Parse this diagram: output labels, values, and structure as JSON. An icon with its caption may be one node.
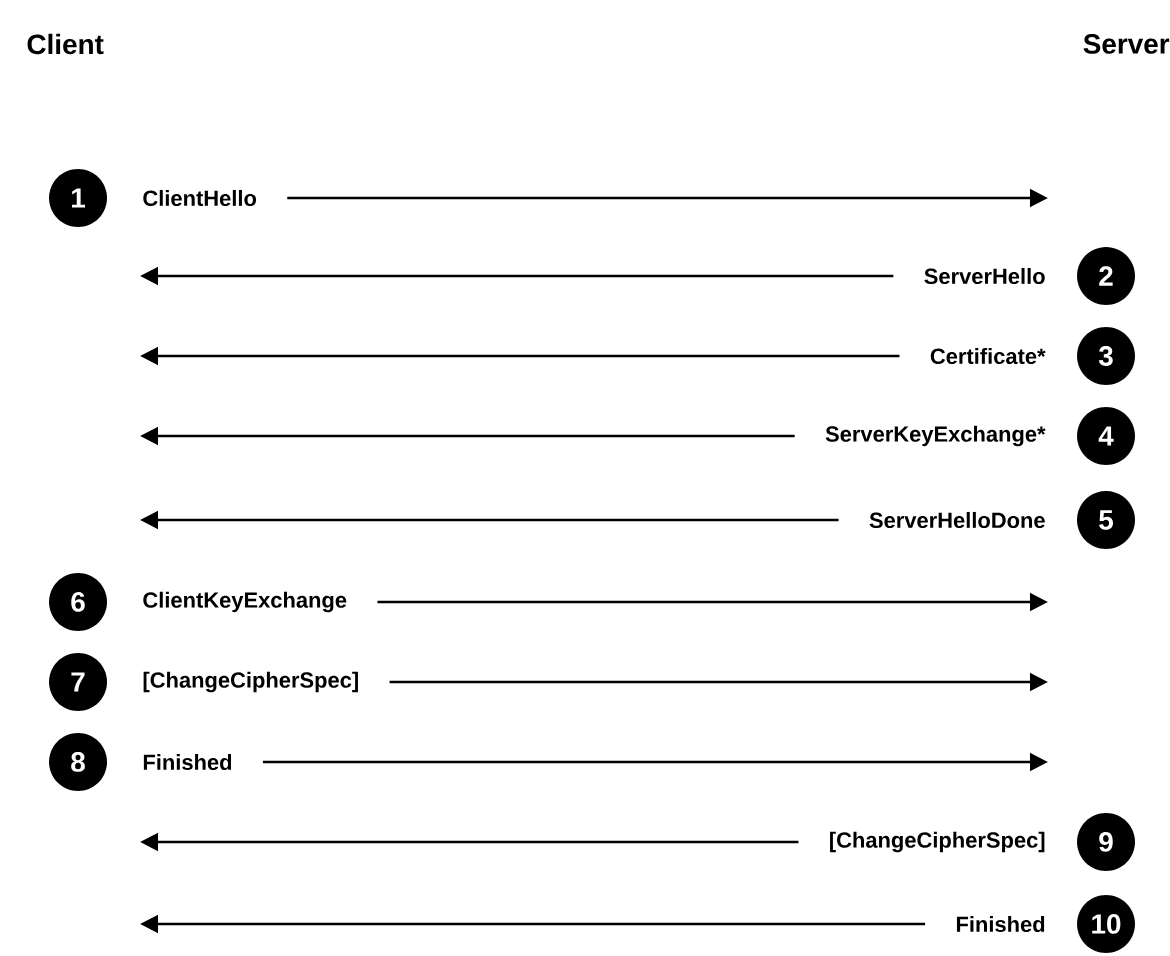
{
  "diagram": {
    "nodes": [
      {
        "text": [
          "ClientHello"
        ]
      },
      {
        "text": [
          "ServerHello"
        ]
      },
      {
        "text": [
          "Certificate*"
        ]
      },
      {
        "text": [
          "ServerKeyExchange*"
        ]
      },
      {
        "text": [
          "ServerHelloDone"
        ]
      },
      {
        "text": [
          "ClientKeyExchange"
        ]
      },
      {
        "text": [
          "[ChangeCipherSpec]"
        ]
      },
      {
        "text": [
          "Finished"
        ]
      },
      {
        "text": [
          "[ChangeCipherSpec]"
        ]
      },
      {
        "text": [
          "Finished"
        ]
      }
    ],
    "edges": [
      {
        "from": 0,
        "to": null,
        "arrow": "to"
      },
      {
        "from": 1,
        "to": null,
        "arrow": "to"
      },
      {
        "from": 2,
        "to": null,
        "arrow": "to"
      },
      {
        "from": 3,
        "to": null,
        "arrow": "to"
      },
      {
        "from": 4,
        "to": null,
        "arrow": "to"
      },
      {
        "from": 5,
        "to": null,
        "arrow": "to"
      },
      {
        "from": 6,
        "to": null,
        "arrow": "to"
      },
      {
        "from": 7,
        "to": null,
        "arrow": "to"
      },
      {
        "from": 8,
        "to": null,
        "arrow": "to"
      },
      {
        "from": 9,
        "to": null,
        "arrow": "to"
      }
    ],
    "labels": [
      "Client",
      "Server",
      "1",
      "2",
      "3",
      "4",
      "5",
      "6",
      "7",
      "8",
      "9",
      "10"
    ]
  }
}
